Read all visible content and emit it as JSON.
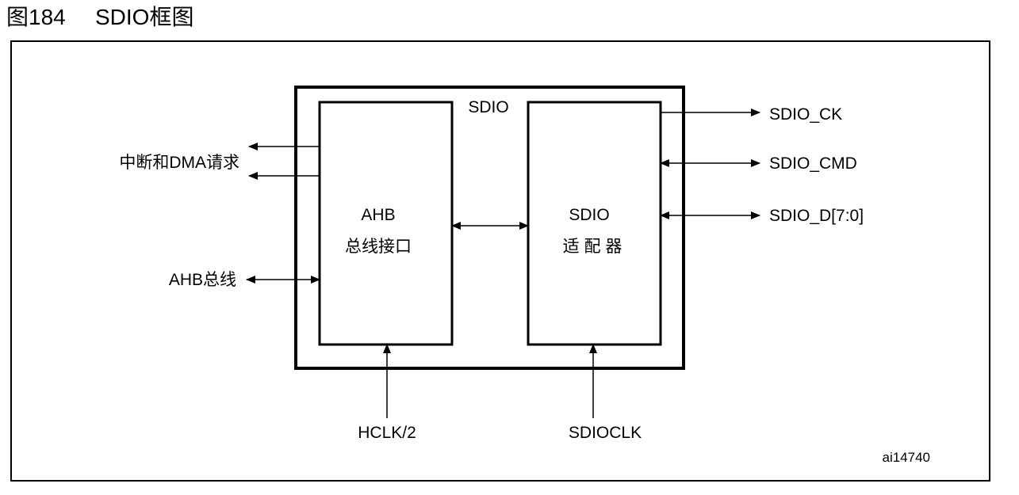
{
  "caption": {
    "figure_number": "图184",
    "title": "SDIO框图"
  },
  "diagram": {
    "outer_block": "SDIO",
    "ahb_interface": {
      "line1": "AHB",
      "line2": "总线接口"
    },
    "sdio_adapter": {
      "line1": "SDIO",
      "line2": "适 配 器"
    },
    "signals": {
      "interrupt_dma": "中断和DMA请求",
      "ahb_bus": "AHB总线",
      "hclk": "HCLK/2",
      "sdioclk": "SDIOCLK",
      "sdio_ck": "SDIO_CK",
      "sdio_cmd": "SDIO_CMD",
      "sdio_d": "SDIO_D[7:0]"
    },
    "figure_id": "ai14740"
  }
}
